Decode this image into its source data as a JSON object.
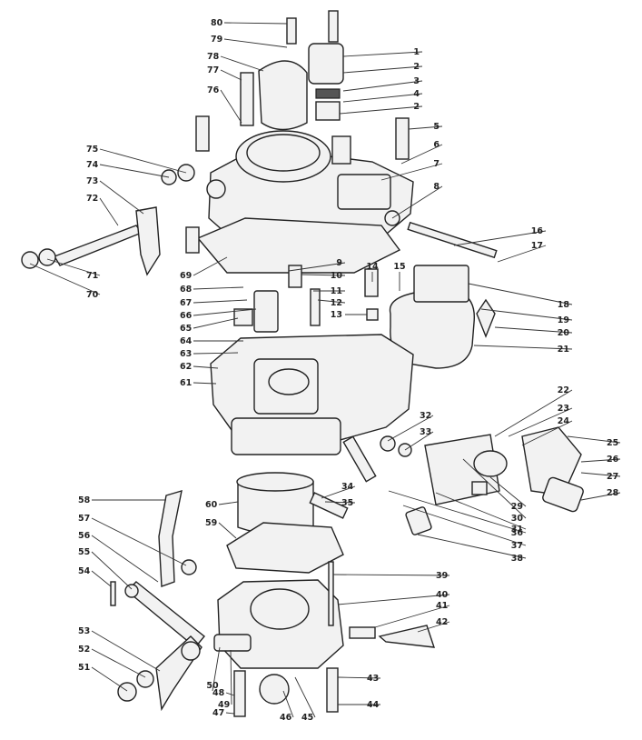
{
  "callouts": [
    {
      "id": "80",
      "num": "80"
    },
    {
      "id": "79",
      "num": "79"
    },
    {
      "id": "78",
      "num": "78"
    },
    {
      "id": "77",
      "num": "77"
    },
    {
      "id": "76",
      "num": "76"
    },
    {
      "id": "75",
      "num": "75"
    },
    {
      "id": "74",
      "num": "74"
    },
    {
      "id": "73",
      "num": "73"
    },
    {
      "id": "72",
      "num": "72"
    },
    {
      "id": "71",
      "num": "71"
    },
    {
      "id": "70",
      "num": "70"
    },
    {
      "id": "69",
      "num": "69"
    },
    {
      "id": "68",
      "num": "68"
    },
    {
      "id": "67",
      "num": "67"
    },
    {
      "id": "66",
      "num": "66"
    },
    {
      "id": "65",
      "num": "65"
    },
    {
      "id": "64",
      "num": "64"
    },
    {
      "id": "63",
      "num": "63"
    },
    {
      "id": "62",
      "num": "62"
    },
    {
      "id": "61",
      "num": "61"
    },
    {
      "id": "60",
      "num": "60"
    },
    {
      "id": "59",
      "num": "59"
    },
    {
      "id": "58",
      "num": "58"
    },
    {
      "id": "57",
      "num": "57"
    },
    {
      "id": "56",
      "num": "56"
    },
    {
      "id": "55",
      "num": "55"
    },
    {
      "id": "54",
      "num": "54"
    },
    {
      "id": "53",
      "num": "53"
    },
    {
      "id": "52",
      "num": "52"
    },
    {
      "id": "51",
      "num": "51"
    },
    {
      "id": "50",
      "num": "50"
    },
    {
      "id": "49",
      "num": "49"
    },
    {
      "id": "48",
      "num": "48"
    },
    {
      "id": "47",
      "num": "47"
    },
    {
      "id": "46",
      "num": "46"
    },
    {
      "id": "45",
      "num": "45"
    },
    {
      "id": "44",
      "num": "44"
    },
    {
      "id": "43",
      "num": "43"
    },
    {
      "id": "42",
      "num": "42"
    },
    {
      "id": "41",
      "num": "41"
    },
    {
      "id": "40",
      "num": "40"
    },
    {
      "id": "39",
      "num": "39"
    },
    {
      "id": "38",
      "num": "38"
    },
    {
      "id": "37",
      "num": "37"
    },
    {
      "id": "36",
      "num": "36"
    },
    {
      "id": "35",
      "num": "35"
    },
    {
      "id": "34",
      "num": "34"
    },
    {
      "id": "33",
      "num": "33"
    },
    {
      "id": "32",
      "num": "32"
    },
    {
      "id": "31",
      "num": "31"
    },
    {
      "id": "30",
      "num": "30"
    },
    {
      "id": "29",
      "num": "29"
    },
    {
      "id": "28",
      "num": "28"
    },
    {
      "id": "27",
      "num": "27"
    },
    {
      "id": "26",
      "num": "26"
    },
    {
      "id": "25",
      "num": "25"
    },
    {
      "id": "24",
      "num": "24"
    },
    {
      "id": "23",
      "num": "23"
    },
    {
      "id": "22",
      "num": "22"
    },
    {
      "id": "21",
      "num": "21"
    },
    {
      "id": "20",
      "num": "20"
    },
    {
      "id": "19",
      "num": "19"
    },
    {
      "id": "18",
      "num": "18"
    },
    {
      "id": "17",
      "num": "17"
    },
    {
      "id": "16",
      "num": "16"
    },
    {
      "id": "15",
      "num": "15"
    },
    {
      "id": "14",
      "num": "14"
    },
    {
      "id": "13",
      "num": "13"
    },
    {
      "id": "12",
      "num": "12"
    },
    {
      "id": "11",
      "num": "11"
    },
    {
      "id": "10",
      "num": "10"
    },
    {
      "id": "9",
      "num": "9"
    },
    {
      "id": "8",
      "num": "8"
    },
    {
      "id": "7",
      "num": "7"
    },
    {
      "id": "6",
      "num": "6"
    },
    {
      "id": "5",
      "num": "5"
    },
    {
      "id": "4",
      "num": "4"
    },
    {
      "id": "3",
      "num": "3"
    },
    {
      "id": "2a",
      "num": "2"
    },
    {
      "id": "2b",
      "num": "2"
    },
    {
      "id": "1",
      "num": "1"
    }
  ]
}
